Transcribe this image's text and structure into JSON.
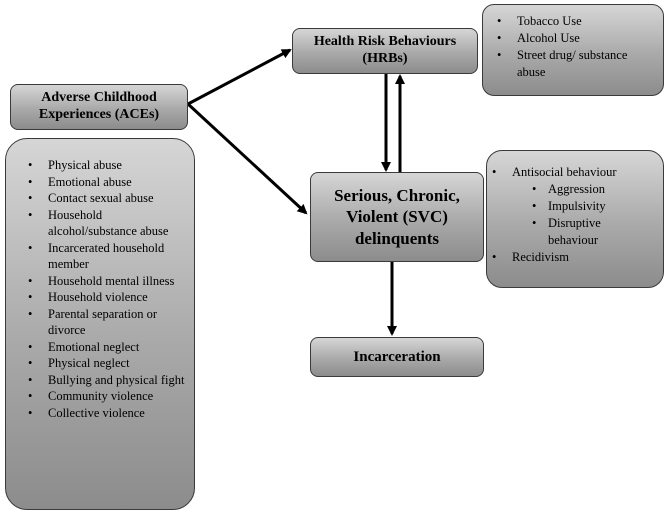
{
  "nodes": {
    "aces": {
      "line1": "Adverse Childhood",
      "line2": "Experiences (ACEs)"
    },
    "hrbs": {
      "line1": "Health Risk Behaviours",
      "line2": "(HRBs)"
    },
    "svc": {
      "line1": "Serious, Chronic,",
      "line2": "Violent (SVC)",
      "line3": "delinquents"
    },
    "incarceration": {
      "label": "Incarceration"
    }
  },
  "aces_items": [
    "Physical abuse",
    "Emotional abuse",
    "Contact sexual abuse",
    "Household alcohol/substance abuse",
    "Incarcerated household member",
    "Household mental illness",
    "Household violence",
    "Parental separation or divorce",
    "Emotional neglect",
    "Physical neglect",
    "Bullying and physical fight",
    "Community violence",
    "Collective violence"
  ],
  "hrb_items": [
    "Tobacco Use",
    "Alcohol Use",
    "Street drug/ substance abuse"
  ],
  "svc_items": {
    "main": "Antisocial behaviour",
    "sub": [
      "Aggression",
      "Impulsivity",
      "Disruptive behaviour"
    ],
    "last": "Recidivism"
  }
}
